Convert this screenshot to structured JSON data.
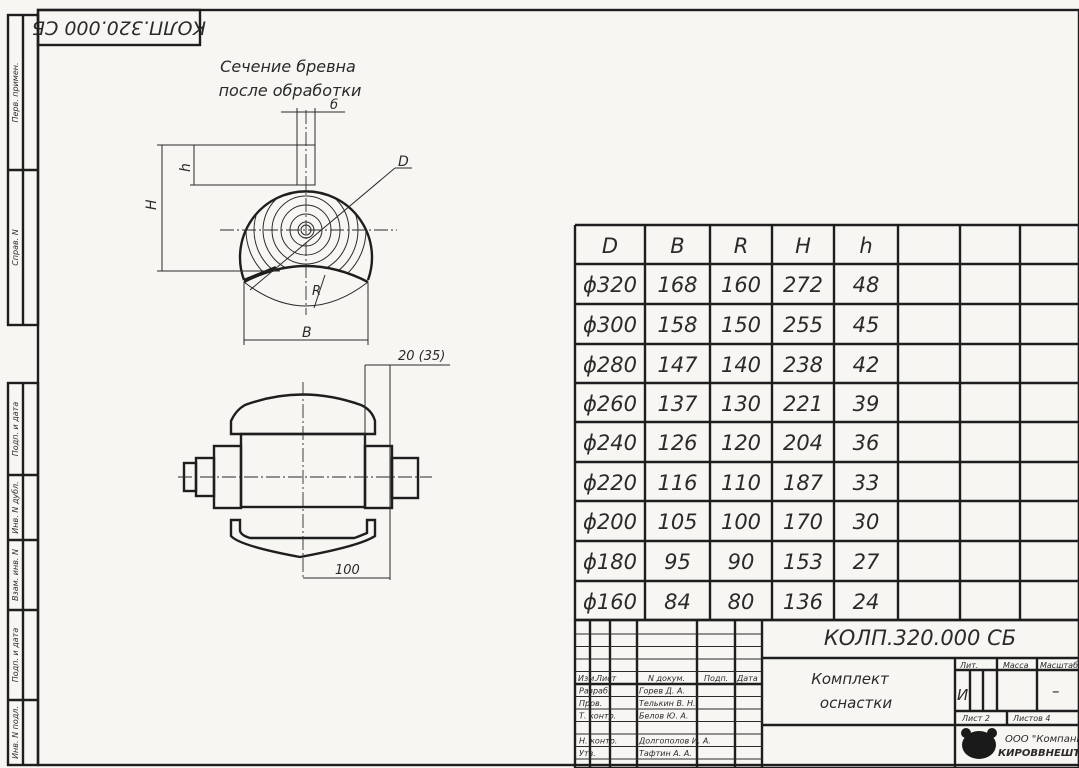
{
  "stamp_top": "КОЛП.320.000 СБ",
  "left_strip": [
    "Перв. примен.",
    "Справ. N",
    "Подп. и дата",
    "Инв. N дубл.",
    "Взам. инв. N",
    "Подп. и дата",
    "Инв. N подл."
  ],
  "section_title": [
    "Сечение бревна",
    "после обработки"
  ],
  "section_labels": {
    "b": "б",
    "h": "h",
    "H": "H",
    "D": "D",
    "R": "R",
    "B": "B"
  },
  "assembly_dims": {
    "offset": "20 (35)",
    "length": "100"
  },
  "table": {
    "headers": [
      "D",
      "B",
      "R",
      "H",
      "h"
    ],
    "rows": [
      [
        "ϕ320",
        "168",
        "160",
        "272",
        "48"
      ],
      [
        "ϕ300",
        "158",
        "150",
        "255",
        "45"
      ],
      [
        "ϕ280",
        "147",
        "140",
        "238",
        "42"
      ],
      [
        "ϕ260",
        "137",
        "130",
        "221",
        "39"
      ],
      [
        "ϕ240",
        "126",
        "120",
        "204",
        "36"
      ],
      [
        "ϕ220",
        "116",
        "110",
        "187",
        "33"
      ],
      [
        "ϕ200",
        "105",
        "100",
        "170",
        "30"
      ],
      [
        "ϕ180",
        "95",
        "90",
        "153",
        "27"
      ],
      [
        "ϕ160",
        "84",
        "80",
        "136",
        "24"
      ]
    ]
  },
  "title_block": {
    "designation": "КОЛП.320.000 СБ",
    "name": [
      "Комплект",
      "оснастки"
    ],
    "col_headers": [
      "Изм.",
      "Лист",
      "N докум.",
      "Подп.",
      "Дата"
    ],
    "roles": [
      {
        "role": "Разраб.",
        "name": "Горев Д. А."
      },
      {
        "role": "Пров.",
        "name": "Телькин В. Н."
      },
      {
        "role": "Т. контр.",
        "name": "Белов Ю. А."
      },
      {
        "role": "",
        "name": ""
      },
      {
        "role": "Н. контр.",
        "name": "Долгополов И. А."
      },
      {
        "role": "Утв.",
        "name": "Тафтин А. А."
      }
    ],
    "lit_label": "Лит.",
    "mass_label": "Масса",
    "scale_label": "Масштаб",
    "lit_value": "И",
    "scale_value": "–",
    "sheet": "Лист 2",
    "sheets": "Листов 4",
    "company": [
      "ООО \"Компания",
      "КИРОВВНЕШТОРГ\""
    ]
  }
}
